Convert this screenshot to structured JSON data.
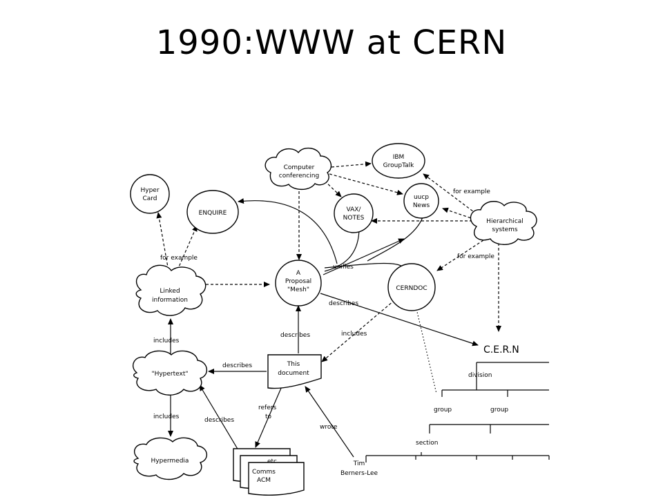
{
  "title": "1990:WWW at CERN",
  "nodes": {
    "hypercard": [
      "Hyper",
      "Card"
    ],
    "enquire": [
      "ENQUIRE"
    ],
    "computer_conf": [
      "Computer",
      "conferencing"
    ],
    "ibm": [
      "IBM",
      "GroupTalk"
    ],
    "uucp": [
      "uucp",
      "News"
    ],
    "vax": [
      "VAX/",
      "NOTES"
    ],
    "hierarchical": [
      "Hierarchical",
      "systems"
    ],
    "proposal": [
      "A",
      "Proposal",
      "\"Mesh\""
    ],
    "cerndoc": [
      "CERNDOC"
    ],
    "linked": [
      "Linked",
      "information"
    ],
    "hypertext": [
      "\"Hypertext\""
    ],
    "hypermedia": [
      "Hypermedia"
    ],
    "this_doc": [
      "This",
      "document"
    ],
    "etc": [
      "etc"
    ],
    "comms": [
      "Comms",
      "ACM"
    ],
    "tbl": [
      "Tim",
      "Berners-Lee"
    ]
  },
  "edge_labels": {
    "for_example_1": "for example",
    "for_example_2": "for example",
    "for_example_3": "for example",
    "unifies": "unifies",
    "describes_proposal_cern": "describes",
    "includes_cerndoc": "includes",
    "describes_doc_proposal": "describes",
    "includes_linked": "includes",
    "describes_doc_hypertext": "describes",
    "includes_hypertext": "includes",
    "describes_acm": "describes",
    "refers": [
      "refers",
      "to"
    ],
    "wrote": "wrote"
  },
  "org_chart": {
    "root": "C.E.R.N",
    "division": "division",
    "group_1": "group",
    "group_2": "group",
    "section": "section"
  }
}
